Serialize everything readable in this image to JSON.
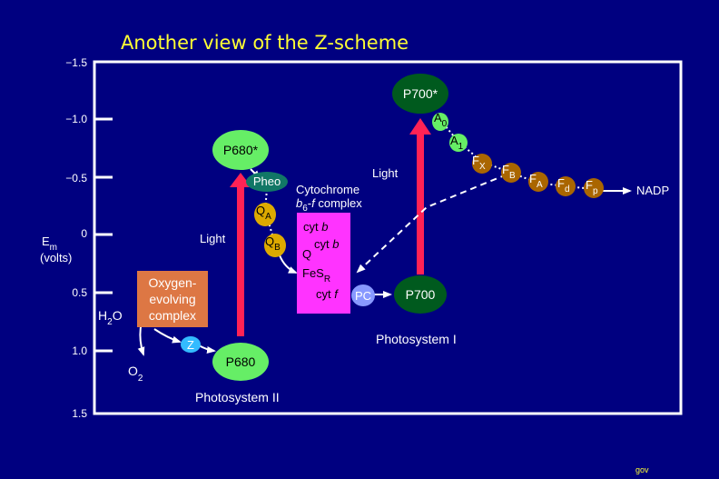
{
  "title": "Another view of the Z-scheme",
  "y_axis": {
    "label_main": "E",
    "label_sub": "m",
    "label_unit": "(volts)",
    "ticks": [
      "−1.5",
      "−1.0",
      "−0.5",
      "0",
      "0.5",
      "1.0",
      "1.5"
    ]
  },
  "photosystem2": {
    "label": "Photosystem II",
    "p680": "P680",
    "p680_star": "P680*",
    "light": "Light",
    "pheo": "Pheo",
    "qa": "Q",
    "qa_sub": "A",
    "qb": "Q",
    "qb_sub": "B",
    "z": "Z"
  },
  "oxygen_complex": {
    "line1": "Oxygen-",
    "line2": "evolving",
    "line3": "complex"
  },
  "water": {
    "h2o_h": "H",
    "h2o_sub": "2",
    "h2o_o": "O",
    "o2_o": "O",
    "o2_sub": "2"
  },
  "cytochrome": {
    "label1": "Cytochrome",
    "label2_b": "b",
    "label2_sub": "6",
    "label2_rest": "-",
    "label2_f": "f",
    "label2_complex": " complex",
    "cytb1_a": "cyt ",
    "cytb1_b": "b",
    "q": "Q",
    "cytb2_a": "cyt ",
    "cytb2_b": "b",
    "fesr_a": "FeS",
    "fesr_sub": "R",
    "cytf_a": "cyt ",
    "cytf_b": "f"
  },
  "photosystem1": {
    "label": "Photosystem I",
    "p700": "P700",
    "p700_star": "P700*",
    "light": "Light",
    "pc": "PC",
    "a0": "A",
    "a0_sub": "0",
    "a1": "A",
    "a1_sub": "1",
    "fx": "F",
    "fx_sub": "X",
    "fb": "F",
    "fb_sub": "B",
    "fa": "F",
    "fa_sub": "A",
    "fd": "F",
    "fd_sub": "d",
    "fp": "F",
    "fp_sub": "p",
    "nadp": "NADP"
  },
  "footer": "gov",
  "colors": {
    "background": "#000080",
    "title": "#ffff33",
    "p680": "#66ee66",
    "p700": "#005a1e",
    "light_arrow": "#ff2255",
    "oxygen_box": "#dd7744",
    "cytochrome_box": "#ff33ff",
    "pheo": "#117766",
    "quinone": "#ddaa00",
    "ferredoxin": "#aa6600",
    "pc": "#8899ff",
    "a_carrier": "#66ee66",
    "z": "#33bbff"
  }
}
